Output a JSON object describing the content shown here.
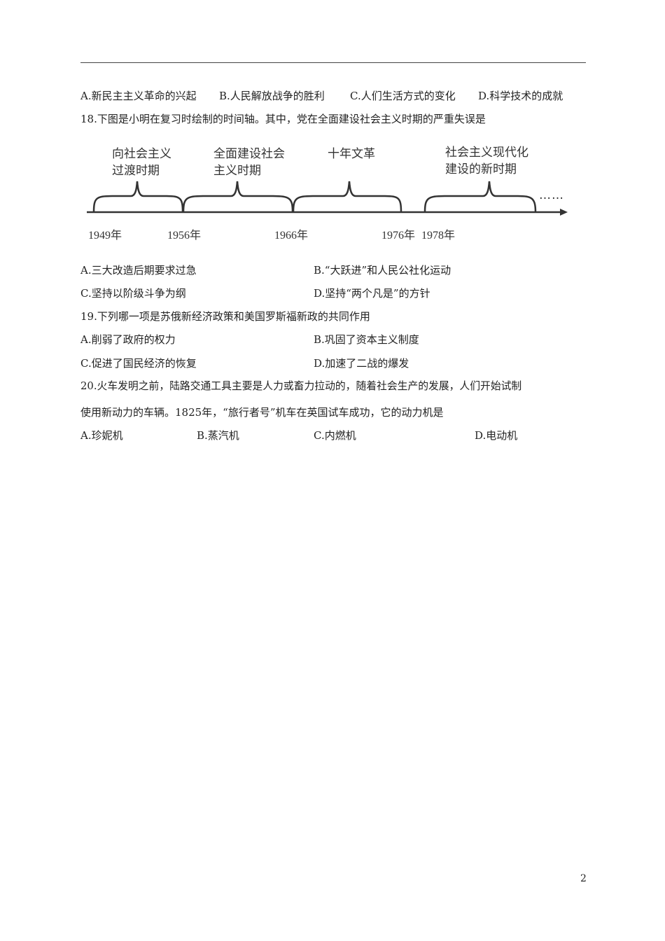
{
  "q17": {
    "opt_a": "A.新民主主义革命的兴起",
    "opt_b": "B.人民解放战争的胜利",
    "opt_c": "C.人们生活方式的变化",
    "opt_d": "D.科学技术的成就"
  },
  "q18": {
    "stem": "18.下图是小明在复习时绘制的时间轴。其中，党在全面建设社会主义时期的严重失误是",
    "timeline": {
      "periods": [
        {
          "line1": "向社会主义",
          "line2": "过渡时期"
        },
        {
          "line1": "全面建设社会",
          "line2": "主义时期"
        },
        {
          "line1": "十年文革",
          "line2": ""
        },
        {
          "line1": "社会主义现代化",
          "line2": "建设的新时期"
        }
      ],
      "years": [
        "1949年",
        "1956年",
        "1966年",
        "1976年",
        "1978年"
      ],
      "ellipsis": "……"
    },
    "opt_a": "A.三大改造后期要求过急",
    "opt_b": "B.“大跃进”和人民公社化运动",
    "opt_c": "C.坚持以阶级斗争为纲",
    "opt_d": "D.坚持“两个凡是”的方针"
  },
  "q19": {
    "stem": "19.下列哪一项是苏俄新经济政策和美国罗斯福新政的共同作用",
    "opt_a": "A.削弱了政府的权力",
    "opt_b": "B.巩固了资本主义制度",
    "opt_c": "C.促进了国民经济的恢复",
    "opt_d": "D.加速了二战的爆发"
  },
  "q20": {
    "stem_line1": "20.火车发明之前，陆路交通工具主要是人力或畜力拉动的，随着社会生产的发展，人们开始试制",
    "stem_line2": "使用新动力的车辆。1825年，“旅行者号”机车在英国试车成功，它的动力机是",
    "opt_a": "A.珍妮机",
    "opt_b": "B.蒸汽机",
    "opt_c": "C.内燃机",
    "opt_d": "D.电动机"
  },
  "page_number": "2"
}
